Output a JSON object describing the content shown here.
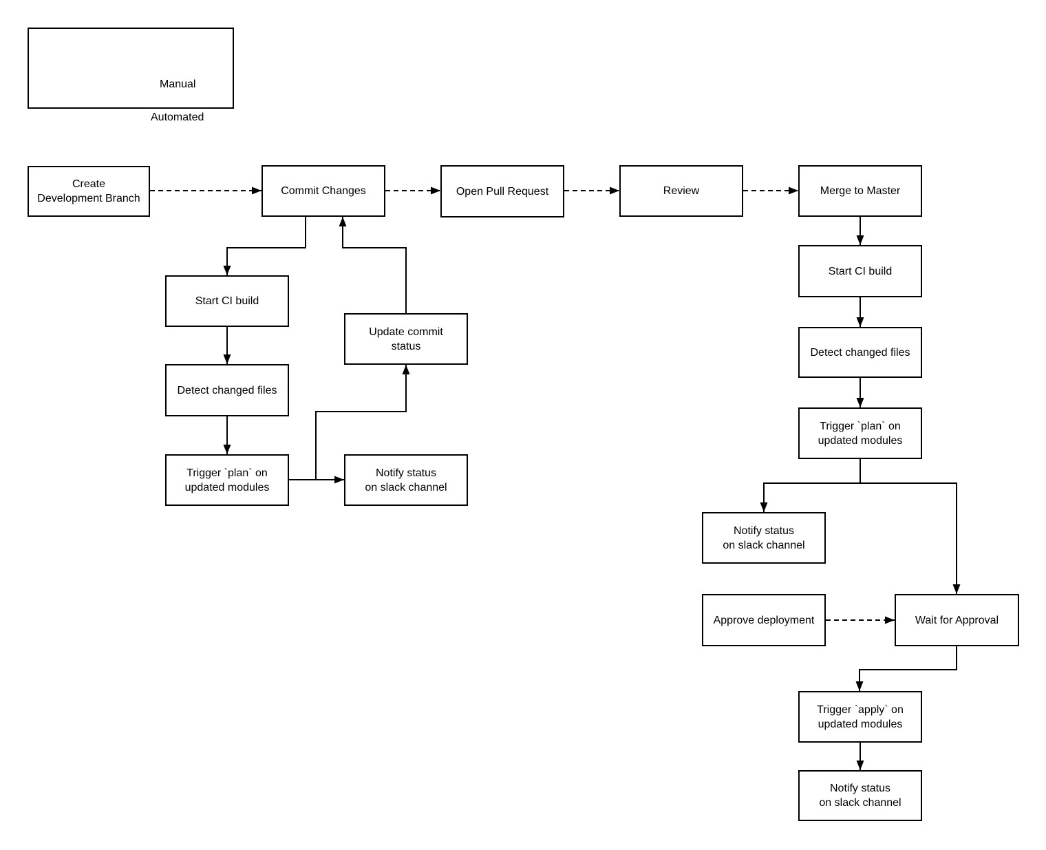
{
  "legend": {
    "manual_label": "Manual",
    "automated_label": "Automated",
    "manual_line_style": "dashed",
    "automated_line_style": "solid"
  },
  "colors": {
    "stroke": "#000000",
    "fill": "#ffffff",
    "text": "#000000"
  },
  "nodes": {
    "create_branch": {
      "label": "Create\nDevelopment Branch"
    },
    "commit_changes": {
      "label": "Commit Changes"
    },
    "open_pr": {
      "label": "Open Pull Request"
    },
    "review": {
      "label": "Review"
    },
    "merge_master": {
      "label": "Merge to Master"
    },
    "ci_build_left": {
      "label": "Start CI build"
    },
    "detect_files_left": {
      "label": "Detect changed files"
    },
    "trigger_plan_left": {
      "label": "Trigger `plan` on\nupdated modules"
    },
    "update_commit_status": {
      "label": "Update commit\nstatus"
    },
    "notify_slack_left": {
      "label": "Notify status\non slack channel"
    },
    "ci_build_right": {
      "label": "Start CI build"
    },
    "detect_files_right": {
      "label": "Detect changed files"
    },
    "trigger_plan_right": {
      "label": "Trigger `plan` on\nupdated modules"
    },
    "notify_slack_right": {
      "label": "Notify status\non slack channel"
    },
    "approve_deployment": {
      "label": "Approve deployment"
    },
    "wait_approval": {
      "label": "Wait for Approval"
    },
    "trigger_apply": {
      "label": "Trigger `apply` on\nupdated modules"
    },
    "notify_slack_final": {
      "label": "Notify status\non slack channel"
    }
  },
  "edges": [
    {
      "from": "Create Development Branch",
      "to": "Commit Changes",
      "type": "manual"
    },
    {
      "from": "Commit Changes",
      "to": "Open Pull Request",
      "type": "manual"
    },
    {
      "from": "Open Pull Request",
      "to": "Review",
      "type": "manual"
    },
    {
      "from": "Review",
      "to": "Merge to Master",
      "type": "manual"
    },
    {
      "from": "Commit Changes",
      "to": "Start CI build",
      "type": "automated"
    },
    {
      "from": "Start CI build",
      "to": "Detect changed files",
      "type": "automated"
    },
    {
      "from": "Detect changed files",
      "to": "Trigger `plan` on updated modules",
      "type": "automated"
    },
    {
      "from": "Trigger `plan` on updated modules",
      "to": "Notify status on slack channel",
      "type": "automated"
    },
    {
      "from": "Trigger `plan` on updated modules",
      "to": "Update commit status",
      "type": "automated"
    },
    {
      "from": "Update commit status",
      "to": "Commit Changes",
      "type": "automated"
    },
    {
      "from": "Merge to Master",
      "to": "Start CI build",
      "type": "automated"
    },
    {
      "from": "Start CI build",
      "to": "Detect changed files",
      "type": "automated"
    },
    {
      "from": "Detect changed files",
      "to": "Trigger `plan` on updated modules",
      "type": "automated"
    },
    {
      "from": "Trigger `plan` on updated modules",
      "to": "Notify status on slack channel",
      "type": "automated"
    },
    {
      "from": "Trigger `plan` on updated modules",
      "to": "Wait for Approval",
      "type": "automated"
    },
    {
      "from": "Approve deployment",
      "to": "Wait for Approval",
      "type": "manual"
    },
    {
      "from": "Wait for Approval",
      "to": "Trigger `apply` on updated modules",
      "type": "automated"
    },
    {
      "from": "Trigger `apply` on updated modules",
      "to": "Notify status on slack channel",
      "type": "automated"
    }
  ]
}
